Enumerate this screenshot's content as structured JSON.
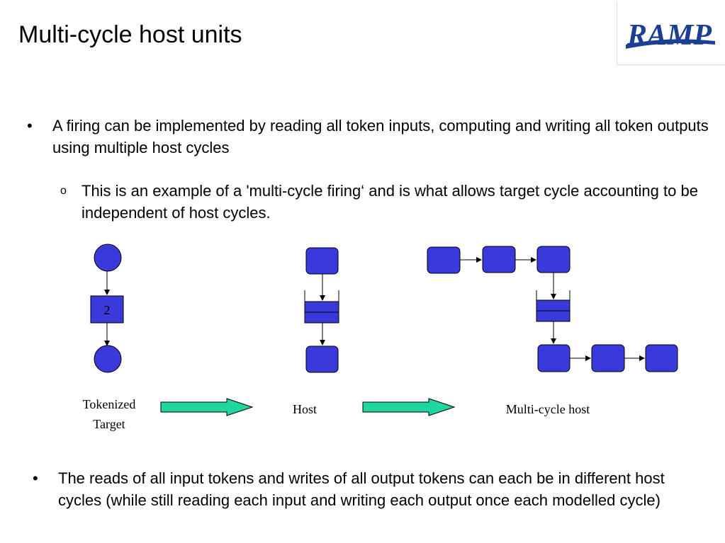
{
  "slide": {
    "title": "Multi-cycle host units",
    "logo_text": "RAMP",
    "bullets": [
      "A firing can be implemented by reading all token inputs, computing and writing all token outputs using multiple host cycles",
      "The reads of all input tokens and writes of all output tokens can each be in different host cycles (while still reading each input and writing each output once each modelled cycle)"
    ],
    "sub_bullet": "This is an example of a 'multi-cycle firing‘ and is what allows target cycle accounting to be independent of host cycles.",
    "bullet_mark": "•",
    "sub_bullet_mark": "o"
  },
  "diagram": {
    "target_token_count": "2",
    "labels": {
      "tokenized_target_line1": "Tokenized",
      "tokenized_target_line2": "Target",
      "host": "Host",
      "multi_cycle_host": "Multi-cycle host"
    }
  },
  "colors": {
    "node_fill": "#3a3adc",
    "node_stroke": "#000000",
    "arrow_fill": "#1fd6a0",
    "logo": "#1a3f95"
  }
}
